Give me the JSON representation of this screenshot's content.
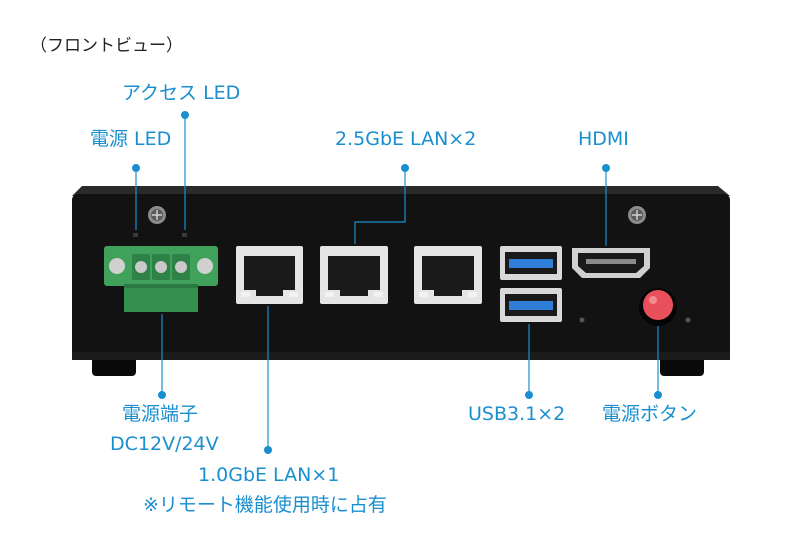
{
  "view_caption": "（フロントビュー）",
  "labels": {
    "power_led": "電源 LED",
    "access_led": "アクセス LED",
    "lan_2_5": "2.5GbE LAN×2",
    "hdmi": "HDMI",
    "power_terminal_line1": "電源端子",
    "power_terminal_line2": "DC12V/24V",
    "lan_1_0": "1.0GbE LAN×1",
    "lan_1_0_note": "※リモート機能使用時に占有",
    "usb": "USB3.1×2",
    "power_button": "電源ボタン"
  },
  "colors": {
    "label": "#1a8fd0",
    "device_body": "#121212",
    "terminal": "#3fa15a",
    "power_button": "#e8505b",
    "usb_port": "#2f7fd8"
  }
}
